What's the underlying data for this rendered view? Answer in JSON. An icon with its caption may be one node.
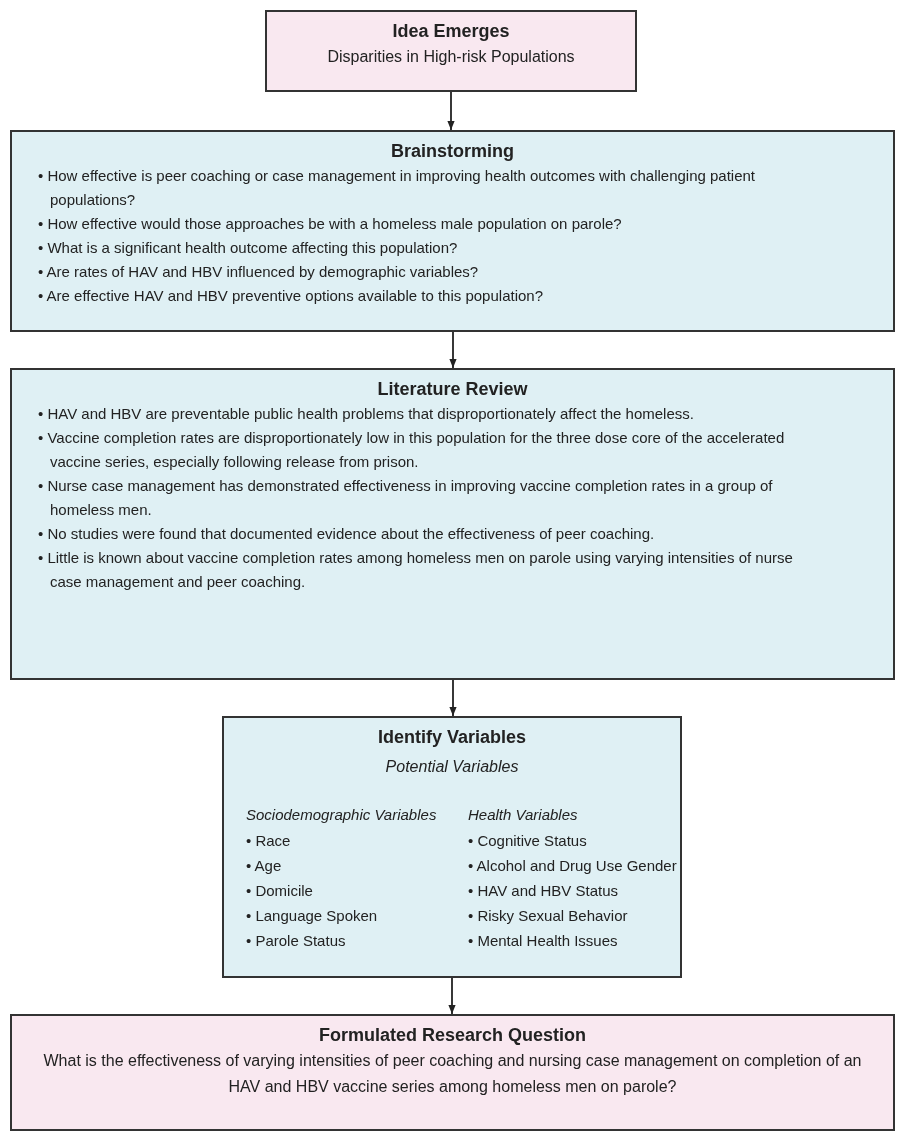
{
  "diagram": {
    "nodes": [
      {
        "text": [
          "Idea Emerges",
          "Disparities in High-risk Populations"
        ]
      },
      {
        "text": [
          "Brainstorming",
          "• How effective is peer coaching or case management in improving health outcomes with challenging patient populations?",
          "• How effective would those approaches be with a homeless male population on parole?",
          "• What is a significant health outcome affecting this population?",
          "• Are rates of HAV and HBV influenced by demographic variables?",
          "• Are effective HAV and HBV preventive options available to this population?"
        ]
      },
      {
        "text": [
          "Literature Review",
          "• HAV and HBV are preventable public health problems that disproportionately affect the homeless.",
          "• Vaccine completion rates are disproportionately low in this population for the three dose core of the accelerated vaccine series, especially following release from prison.",
          "• Nurse case management has demonstrated effectiveness in improving vaccine completion rates in a group of homeless men.",
          "• No studies were found that documented evidence about the effectiveness of peer coaching.",
          "• Little is known about vaccine completion rates among homeless men on parole using varying intensities of nurse case management and peer coaching."
        ]
      },
      {
        "text": [
          "Identify Variables",
          "Potential Variables",
          "Sociodemographic Variables",
          "• Race",
          "• Age",
          "• Domicile",
          "• Language Spoken",
          "• Parole Status",
          "Health Variables",
          "• Cognitive Status",
          "• Alcohol and Drug Use Gender",
          "• HAV and HBV Status",
          "• Risky Sexual Behavior",
          "• Mental Health Issues"
        ]
      },
      {
        "text": [
          "Formulated Research Question",
          "What is the effectiveness of varying intensities of peer coaching and nursing case management on completion of an HAV and HBV vaccine series among homeless men on parole?"
        ]
      }
    ],
    "edges": [
      {
        "from": 0,
        "to": 1,
        "arrow": "to"
      },
      {
        "from": 1,
        "to": 2,
        "arrow": "to"
      },
      {
        "from": 2,
        "to": 3,
        "arrow": "to"
      },
      {
        "from": 3,
        "to": 4,
        "arrow": "to"
      }
    ]
  }
}
